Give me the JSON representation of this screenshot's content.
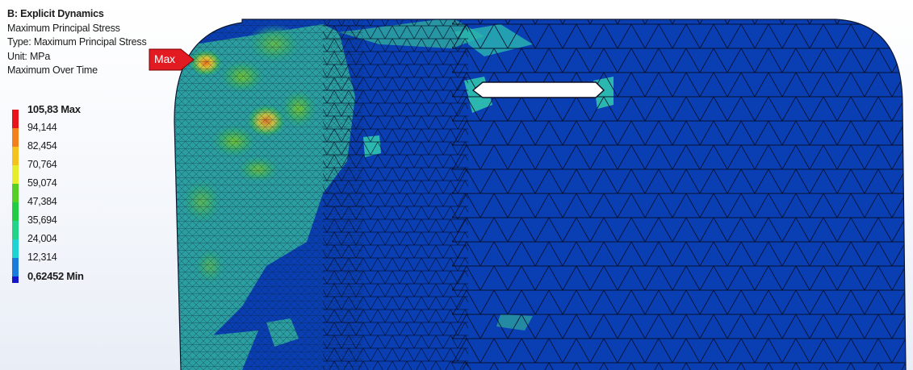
{
  "info": {
    "title": "B: Explicit Dynamics",
    "result_name": "Maximum Principal Stress",
    "type": "Type: Maximum Principal Stress",
    "unit": "Unit: MPa",
    "time": "Maximum Over Time"
  },
  "legend": [
    {
      "label": "105,83 Max",
      "color": "#e8141c",
      "emphasis": true
    },
    {
      "label": "94,144",
      "color": "#f2801b",
      "emphasis": false
    },
    {
      "label": "82,454",
      "color": "#f4c21f",
      "emphasis": false
    },
    {
      "label": "70,764",
      "color": "#e6ed2a",
      "emphasis": false
    },
    {
      "label": "59,074",
      "color": "#56cf24",
      "emphasis": false
    },
    {
      "label": "47,384",
      "color": "#22cc45",
      "emphasis": false
    },
    {
      "label": "35,694",
      "color": "#22d48a",
      "emphasis": false
    },
    {
      "label": "24,004",
      "color": "#1fd3d3",
      "emphasis": false
    },
    {
      "label": "12,314",
      "color": "#1a7ddb",
      "emphasis": false
    },
    {
      "label": "0,62452 Min",
      "color": "#1414c8",
      "emphasis": true
    }
  ],
  "probe": {
    "label": "Max",
    "color": "#e21b22"
  },
  "colors": {
    "model_base": "#0a3fb4",
    "mesh_line": "#0a1020",
    "hot_zone": "#2a9ea0",
    "background": "#ffffff"
  }
}
